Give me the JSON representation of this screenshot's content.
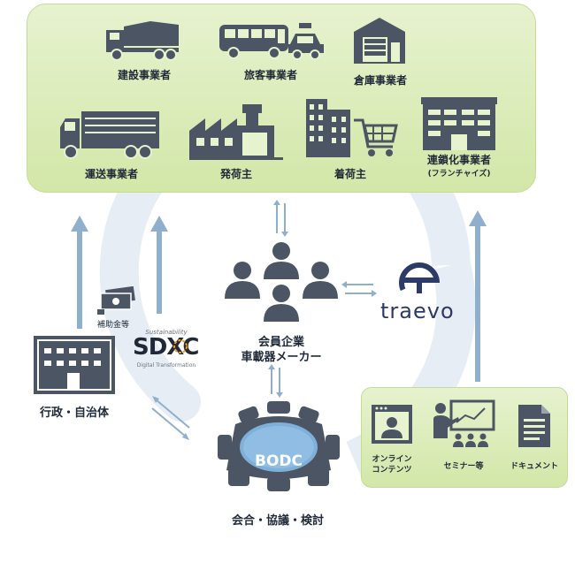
{
  "top_panel": {
    "items": [
      {
        "label": "建設事業者",
        "icon": "dump-truck-icon"
      },
      {
        "label": "旅客事業者",
        "icon": "bus-taxi-icon"
      },
      {
        "label": "倉庫事業者",
        "icon": "warehouse-icon"
      },
      {
        "label": "運送事業者",
        "icon": "truck-icon"
      },
      {
        "label": "発荷主",
        "icon": "factory-icon"
      },
      {
        "label": "着荷主",
        "icon": "store-cart-icon"
      },
      {
        "label": "連鎖化事業者",
        "sublabel": "(フランチャイズ)",
        "icon": "office-building-icon"
      }
    ]
  },
  "center": {
    "members_line1": "会員企業",
    "members_line2": "車載器メーカー",
    "traevo_logo": "traevo"
  },
  "bottom": {
    "bodc_label": "BODC",
    "meeting_label": "会合・協議・検討"
  },
  "left": {
    "subsidy_label": "補助金等",
    "government_label": "行政・自治体",
    "sdxc_logo": "SDXC",
    "sdxc_top": "Sustainability",
    "sdxc_bottom": "Digital Transformation"
  },
  "bottom_right_panel": {
    "items": [
      {
        "label_line1": "オンライン",
        "label_line2": "コンテンツ",
        "icon": "online-content-icon"
      },
      {
        "label_line1": "セミナー等",
        "icon": "seminar-icon"
      },
      {
        "label_line1": "ドキュメント",
        "icon": "document-icon"
      }
    ]
  },
  "colors": {
    "panel": "#d9ebb4",
    "icon": "#4b5563",
    "arrow": "#8fb0cc",
    "cycle": "#e3ebf3"
  }
}
